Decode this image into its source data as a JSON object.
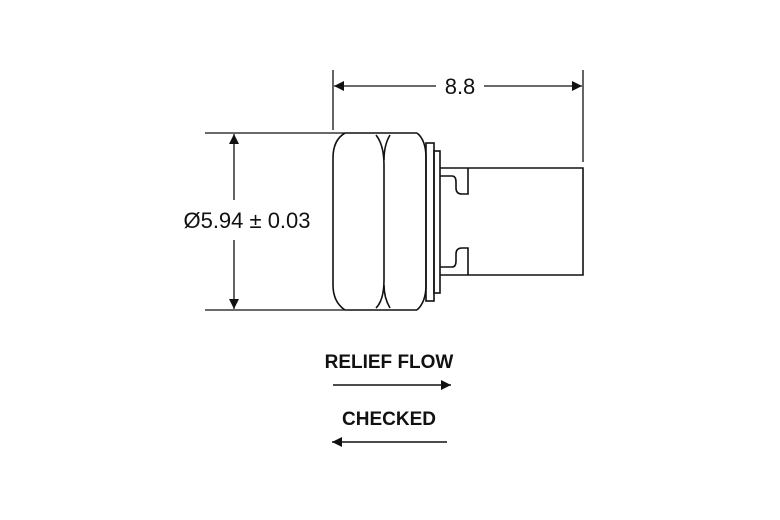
{
  "dimensions": {
    "length": "8.8",
    "diameter": "Ø5.94 ± 0.03"
  },
  "flow": {
    "relief_label": "RELIEF FLOW",
    "checked_label": "CHECKED"
  },
  "colors": {
    "ink": "#111111",
    "background": "#ffffff"
  }
}
